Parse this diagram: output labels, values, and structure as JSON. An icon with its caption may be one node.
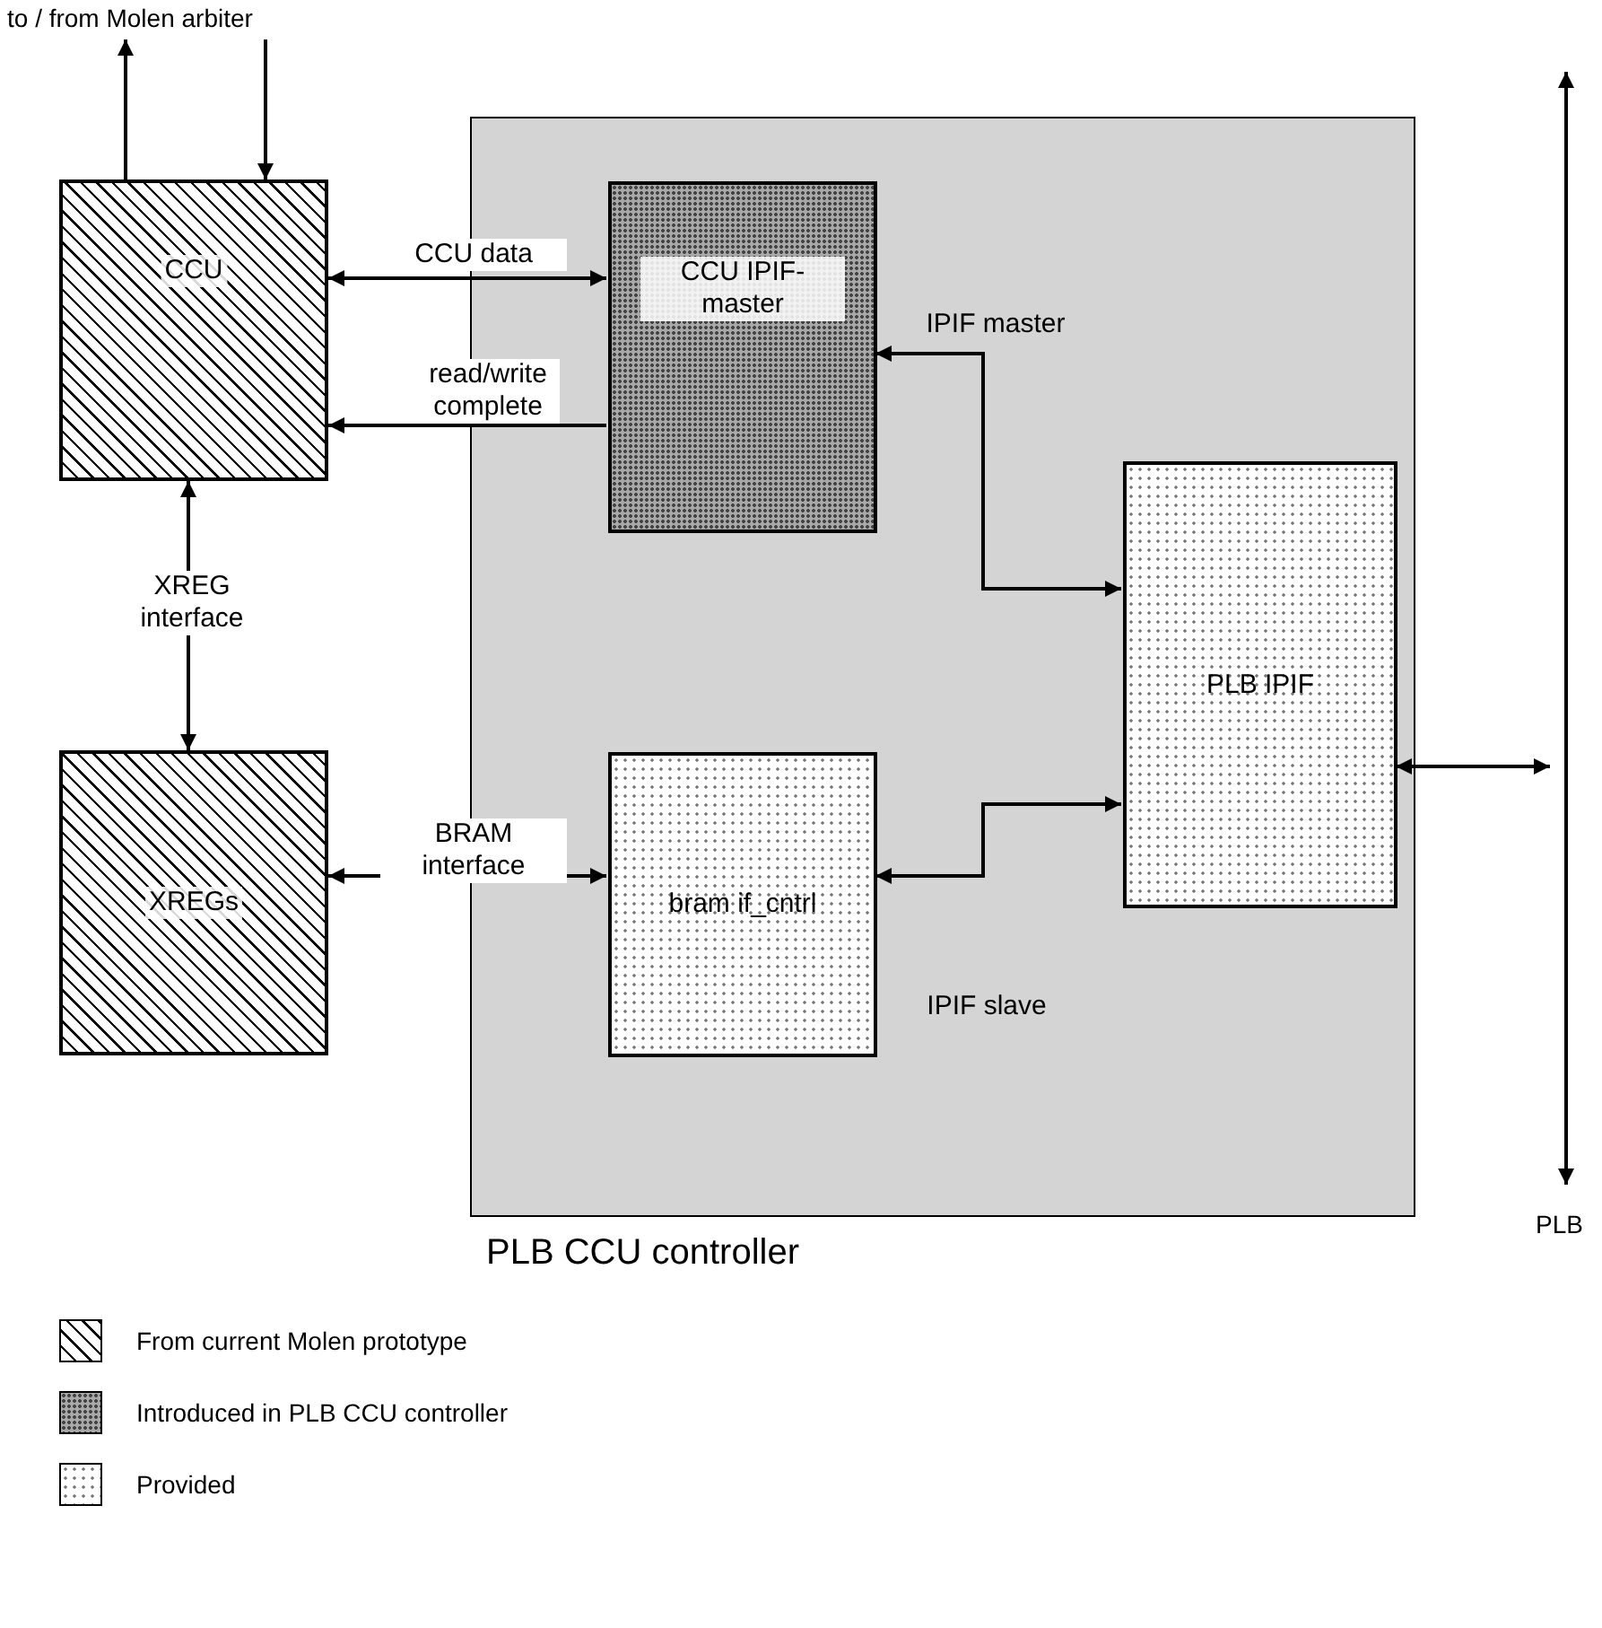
{
  "diagram": {
    "nodes": [
      {
        "text": [
          "PLB CCU controller"
        ]
      },
      {
        "text": [
          "CCU"
        ]
      },
      {
        "text": [
          "CCU IPIF-master"
        ],
        "in": 0
      },
      {
        "text": [
          "PLB IPIF"
        ],
        "in": 0
      },
      {
        "text": [
          "XREGs"
        ]
      },
      {
        "text": [
          "bram if_cntrl"
        ],
        "in": 0
      },
      {
        "text": [
          "PLB"
        ]
      },
      {
        "text": [
          "to / from Molen arbiter"
        ]
      }
    ],
    "edges": [
      {
        "from": 1,
        "to": 7,
        "arrow": "to"
      },
      {
        "from": 7,
        "to": 1,
        "arrow": "to"
      },
      {
        "from": 1,
        "to": 2,
        "arrow": "both",
        "label": "CCU data"
      },
      {
        "from": 2,
        "to": 1,
        "arrow": "to",
        "label": "read/write complete"
      },
      {
        "from": 1,
        "to": 4,
        "arrow": "both",
        "label": "XREG interface"
      },
      {
        "from": 4,
        "to": 5,
        "arrow": "both",
        "label": "BRAM interface"
      },
      {
        "from": 2,
        "to": 3,
        "arrow": "both",
        "label": "IPIF master"
      },
      {
        "from": 5,
        "to": 3,
        "arrow": "both",
        "label": "IPIF slave"
      },
      {
        "from": 3,
        "to": 6,
        "arrow": "both"
      }
    ],
    "legend": [
      {
        "text": "From current Molen prototype"
      },
      {
        "text": "Introduced in PLB CCU controller"
      },
      {
        "text": "Provided"
      }
    ]
  }
}
